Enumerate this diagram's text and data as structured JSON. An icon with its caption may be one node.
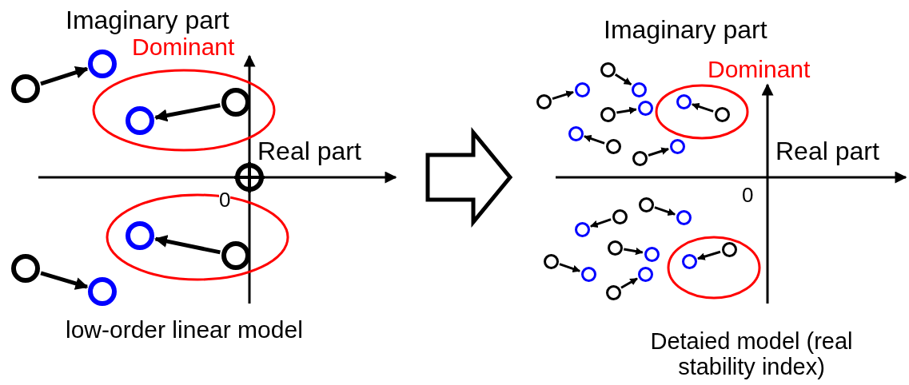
{
  "diagram": {
    "nodes": [
      {
        "text": [],
        "shape": "circle"
      },
      {
        "text": [],
        "shape": "circle"
      },
      {
        "text": [],
        "shape": "circle"
      },
      {
        "text": [],
        "shape": "circle"
      },
      {
        "text": [],
        "shape": "circle"
      },
      {
        "text": [],
        "shape": "circle"
      },
      {
        "text": [],
        "shape": "circle"
      },
      {
        "text": [],
        "shape": "circle"
      },
      {
        "text": [],
        "shape": "circle"
      },
      {
        "text": [],
        "shape": "circle"
      },
      {
        "text": [],
        "shape": "circle"
      },
      {
        "text": [],
        "shape": "circle"
      },
      {
        "text": [],
        "shape": "circle"
      },
      {
        "text": [],
        "shape": "circle"
      },
      {
        "text": [],
        "shape": "circle"
      },
      {
        "text": [],
        "shape": "circle"
      },
      {
        "text": [],
        "shape": "circle"
      },
      {
        "text": [],
        "shape": "circle"
      },
      {
        "text": [],
        "shape": "circle"
      },
      {
        "text": [],
        "shape": "circle"
      },
      {
        "text": [],
        "shape": "circle"
      },
      {
        "text": [],
        "shape": "circle"
      },
      {
        "text": [],
        "shape": "circle"
      },
      {
        "text": [],
        "shape": "circle"
      },
      {
        "text": [],
        "shape": "circle"
      },
      {
        "text": [],
        "shape": "circle"
      },
      {
        "text": [],
        "shape": "circle"
      },
      {
        "text": [],
        "shape": "circle"
      },
      {
        "text": [],
        "shape": "circle"
      },
      {
        "text": [],
        "shape": "circle"
      },
      {
        "text": [],
        "shape": "circle"
      },
      {
        "text": [],
        "shape": "circle"
      },
      {
        "text": [],
        "shape": "circle"
      }
    ],
    "edges": [
      {
        "from": 0,
        "to": 1,
        "arrow": "to"
      },
      {
        "from": 2,
        "to": 3,
        "arrow": "to"
      },
      {
        "from": 6,
        "to": 5,
        "arrow": "to"
      },
      {
        "from": 7,
        "to": 8,
        "arrow": "to"
      },
      {
        "from": 9,
        "to": 10,
        "arrow": "to"
      },
      {
        "from": 11,
        "to": 12,
        "arrow": "to"
      },
      {
        "from": 13,
        "to": 14,
        "arrow": "to"
      },
      {
        "from": 15,
        "to": 16,
        "arrow": "to"
      },
      {
        "from": 17,
        "to": 18,
        "arrow": "to"
      },
      {
        "from": 19,
        "to": 20,
        "arrow": "to"
      },
      {
        "from": 21,
        "to": 22,
        "arrow": "to"
      },
      {
        "from": 23,
        "to": 24,
        "arrow": "to"
      },
      {
        "from": 25,
        "to": 26,
        "arrow": "to"
      },
      {
        "from": 27,
        "to": 28,
        "arrow": "to"
      },
      {
        "from": 29,
        "to": 30,
        "arrow": "to"
      },
      {
        "from": 31,
        "to": 32,
        "arrow": "to"
      }
    ],
    "labels": [
      "Imaginary part",
      "Imaginary part",
      "Dominant",
      "Dominant",
      "Real part",
      "Real part",
      "0",
      "0",
      "low-order linear model",
      "Detaied model (real stability index)"
    ]
  }
}
